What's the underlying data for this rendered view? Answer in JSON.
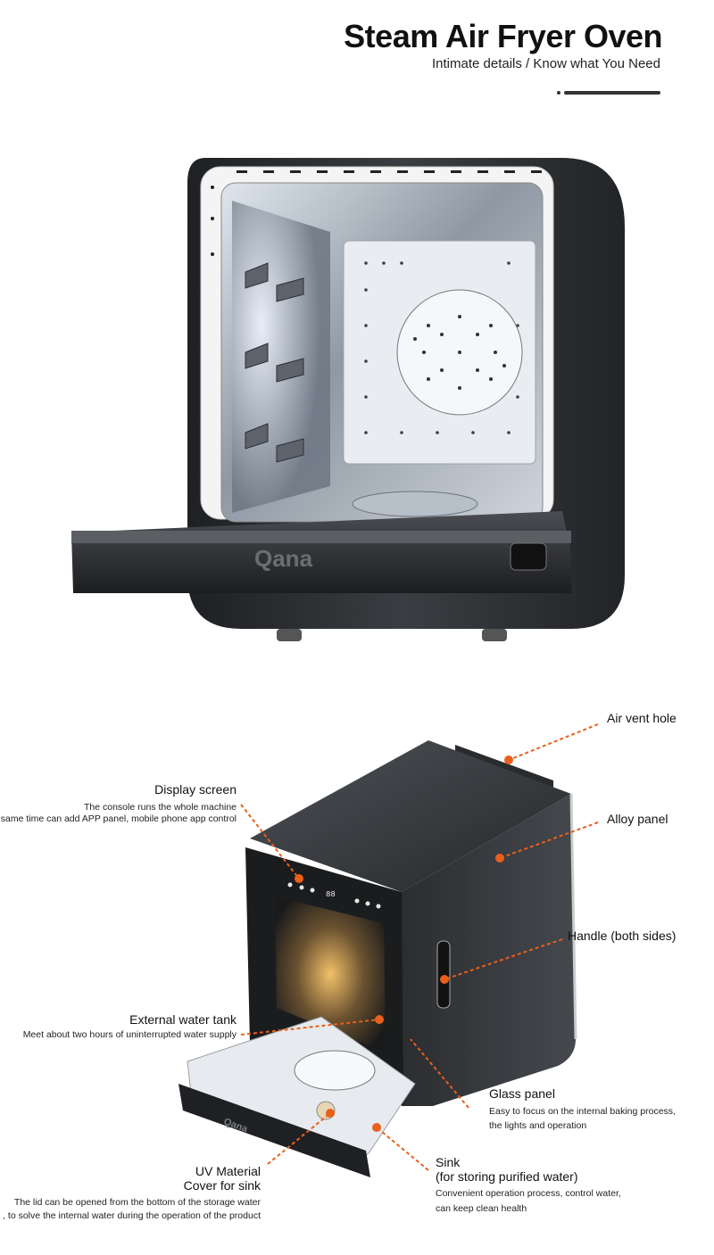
{
  "header": {
    "title": "Steam Air Fryer Oven",
    "subtitle": "Intimate details / Know what You Need"
  },
  "product": {
    "brand": "Qana",
    "display_digits": "88"
  },
  "colors": {
    "accent": "#e8601c",
    "body": "#2c2e31",
    "steel": "#bfc6cc"
  },
  "callouts": {
    "air_vent": {
      "label": "Air vent hole"
    },
    "display": {
      "label": "Display screen",
      "desc_1": "The console runs the whole machine",
      "desc_2": "At the same time can add APP panel, mobile phone app control"
    },
    "alloy": {
      "label": "Alloy panel"
    },
    "handle": {
      "label": "Handle (both sides)"
    },
    "water_tank": {
      "label": "External water tank",
      "desc_1": "Meet about two hours of uninterrupted water supply"
    },
    "glass": {
      "label": "Glass panel",
      "desc_1": "Easy to focus on the internal baking process,",
      "desc_2": "the lights and operation"
    },
    "sink": {
      "label_1": "Sink",
      "label_2": "(for storing purified water)",
      "desc_1": "Convenient operation process, control water,",
      "desc_2": "can keep clean health"
    },
    "uv": {
      "label_1": "UV Material",
      "label_2": "Cover for sink",
      "desc_1": "The lid can be opened from the bottom of the storage water",
      "desc_2": ", to solve the internal water during the operation of the product"
    }
  }
}
